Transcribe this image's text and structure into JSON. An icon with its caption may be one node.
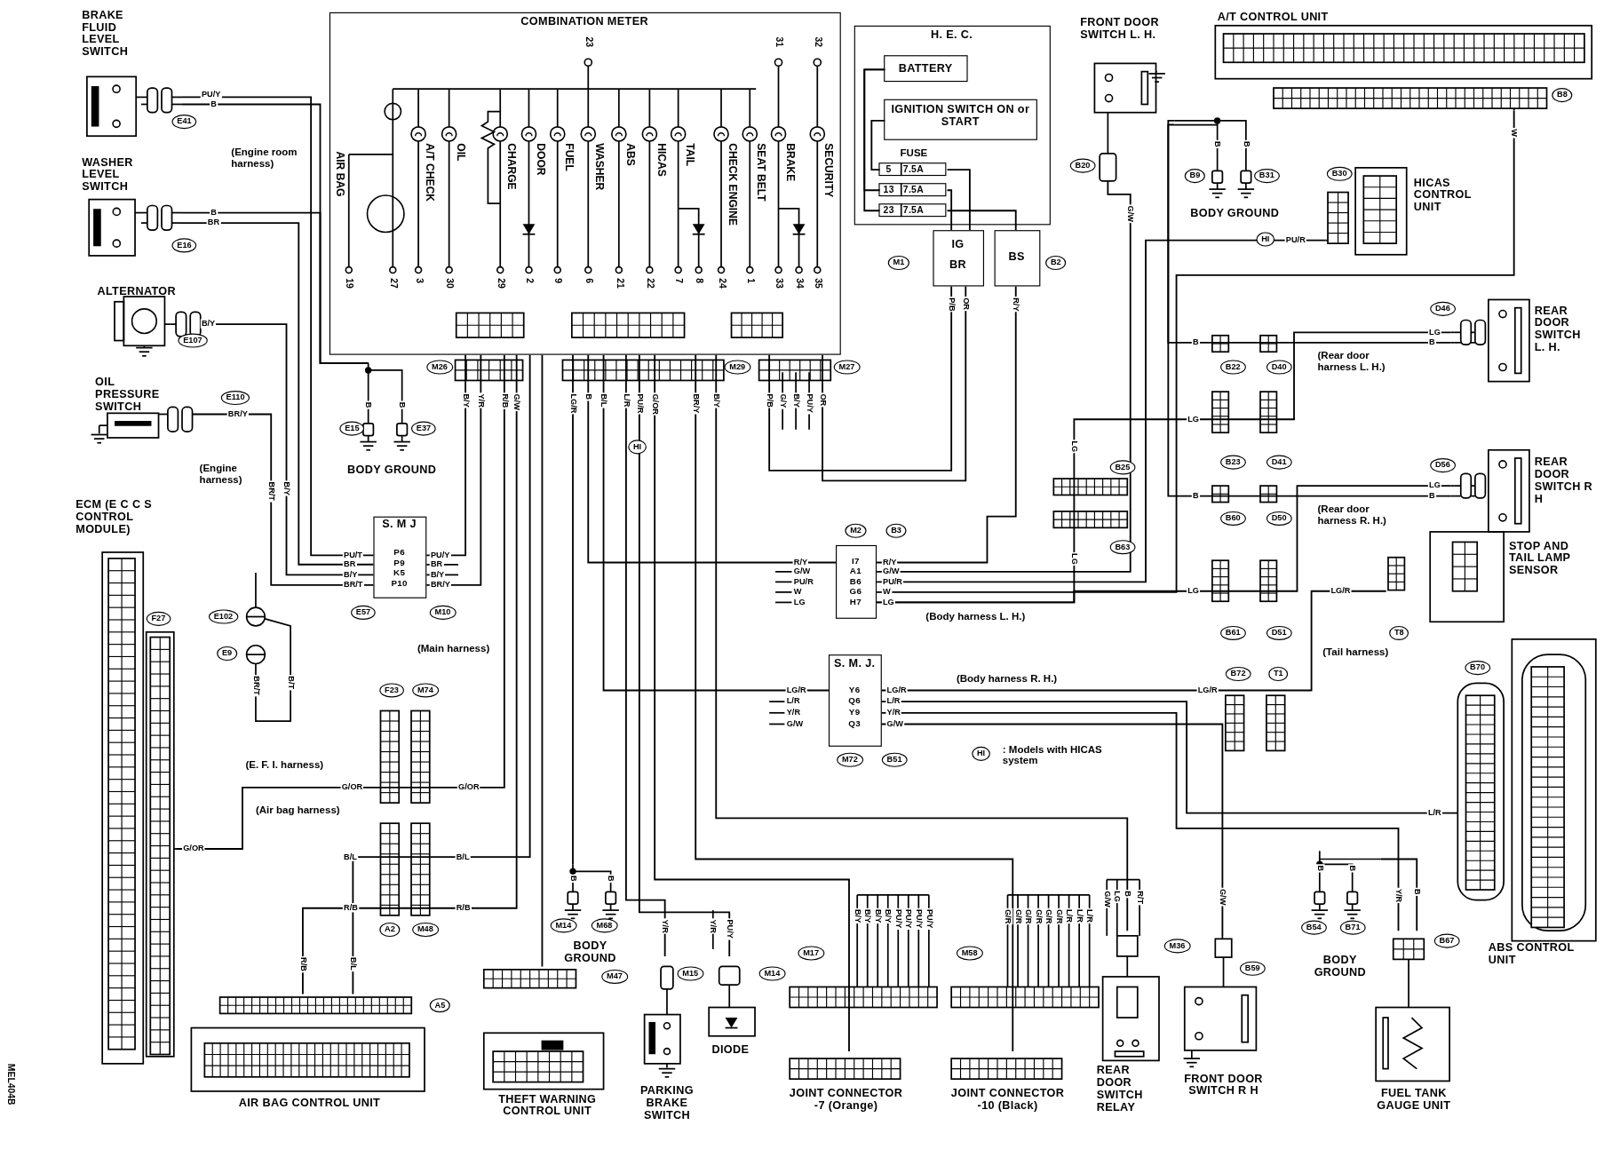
{
  "diagram": {
    "nodes": [
      {
        "text": [
          "BRAKE FLUID LEVEL SWITCH"
        ]
      },
      {
        "text": [
          "WASHER LEVEL SWITCH"
        ]
      },
      {
        "text": [
          "ALTERNATOR"
        ]
      },
      {
        "text": [
          "OIL PRESSURE SWITCH"
        ]
      },
      {
        "text": [
          "ECM (E C C S CONTROL MODULE)"
        ]
      },
      {
        "text": [
          "COMBINATION METER"
        ]
      },
      {
        "text": [
          "H. E. C."
        ]
      },
      {
        "text": [
          "BATTERY"
        ],
        "in": 6
      },
      {
        "text": [
          "IGNITION SWITCH ON or START"
        ],
        "in": 6
      },
      {
        "text": [
          "5",
          "7.5A"
        ],
        "in": 6
      },
      {
        "text": [
          "13",
          "7.5A"
        ],
        "in": 6
      },
      {
        "text": [
          "23",
          "7.5A"
        ],
        "in": 6
      },
      {
        "text": [
          "IG",
          "BR"
        ]
      },
      {
        "text": [
          "BS"
        ]
      },
      {
        "text": [
          "S. M J",
          "P6 P9 K5 P10"
        ]
      },
      {
        "text": [
          "I7 A1 B6 G6 H7"
        ]
      },
      {
        "text": [
          "S. M. J.",
          "Y6 Q6 Y9 Q3"
        ]
      },
      {
        "text": [
          "AIR BAG CONTROL UNIT"
        ]
      },
      {
        "text": [
          "THEFT WARNING CONTROL UNIT"
        ]
      },
      {
        "text": [
          "PARKING BRAKE SWITCH"
        ]
      },
      {
        "text": [
          "DIODE"
        ]
      },
      {
        "text": [
          "JOINT CONNECTOR -7 (Orange)"
        ]
      },
      {
        "text": [
          "JOINT CONNECTOR -10 (Black)"
        ]
      },
      {
        "text": [
          "REAR DOOR SWITCH RELAY"
        ]
      },
      {
        "text": [
          "FRONT DOOR SWITCH R H"
        ]
      },
      {
        "text": [
          "FUEL TANK GAUGE UNIT"
        ]
      },
      {
        "text": [
          "ABS CONTROL UNIT"
        ]
      },
      {
        "text": [
          "STOP AND TAIL LAMP SENSOR"
        ]
      },
      {
        "text": [
          "REAR DOOR SWITCH R H"
        ]
      },
      {
        "text": [
          "REAR DOOR SWITCH L. H."
        ]
      },
      {
        "text": [
          "HICAS CONTROL UNIT"
        ]
      },
      {
        "text": [
          "A/T CONTROL UNIT"
        ]
      },
      {
        "text": [
          "FRONT DOOR SWITCH L. H."
        ]
      },
      {
        "text": [
          "BODY GROUND"
        ]
      },
      {
        "text": [
          "BODY GROUND"
        ]
      },
      {
        "text": [
          "BODY GROUND"
        ]
      },
      {
        "text": [
          "BODY GROUND"
        ]
      }
    ],
    "edges": [
      {
        "from": 0,
        "to": 14,
        "arrow": "none"
      },
      {
        "from": 0,
        "to": 33,
        "arrow": "none"
      },
      {
        "from": 1,
        "to": 33,
        "arrow": "none"
      },
      {
        "from": 1,
        "to": 14,
        "arrow": "none"
      },
      {
        "from": 2,
        "to": 14,
        "arrow": "none"
      },
      {
        "from": 3,
        "to": 14,
        "arrow": "none"
      },
      {
        "from": 4,
        "to": 5,
        "arrow": "none"
      },
      {
        "from": 17,
        "to": 5,
        "arrow": "none"
      },
      {
        "from": 17,
        "to": 5,
        "arrow": "none"
      },
      {
        "from": 14,
        "to": 5,
        "arrow": "none"
      },
      {
        "from": 14,
        "to": 5,
        "arrow": "none"
      },
      {
        "from": 12,
        "to": 5,
        "arrow": "none"
      },
      {
        "from": 12,
        "to": 5,
        "arrow": "none"
      },
      {
        "from": 13,
        "to": 15,
        "arrow": "none"
      },
      {
        "from": 15,
        "to": 32,
        "arrow": "none"
      },
      {
        "from": 15,
        "to": 30,
        "arrow": "none"
      },
      {
        "from": 15,
        "to": 31,
        "arrow": "none"
      },
      {
        "from": 34,
        "to": 29,
        "arrow": "none"
      },
      {
        "from": 34,
        "to": 28,
        "arrow": "none"
      },
      {
        "from": 15,
        "to": 29,
        "arrow": "none"
      },
      {
        "from": 15,
        "to": 28,
        "arrow": "none"
      },
      {
        "from": 16,
        "to": 27,
        "arrow": "none"
      },
      {
        "from": 16,
        "to": 26,
        "arrow": "none"
      },
      {
        "from": 16,
        "to": 25,
        "arrow": "none"
      },
      {
        "from": 16,
        "to": 24,
        "arrow": "none"
      },
      {
        "from": 36,
        "to": 25,
        "arrow": "none"
      },
      {
        "from": 5,
        "to": 15,
        "arrow": "none"
      },
      {
        "from": 5,
        "to": 16,
        "arrow": "none"
      },
      {
        "from": 5,
        "to": 35,
        "arrow": "none"
      },
      {
        "from": 5,
        "to": 19,
        "arrow": "none"
      },
      {
        "from": 5,
        "to": 20,
        "arrow": "none"
      },
      {
        "from": 5,
        "to": 21,
        "arrow": "none"
      },
      {
        "from": 5,
        "to": 22,
        "arrow": "none"
      },
      {
        "from": 5,
        "to": 23,
        "arrow": "none"
      },
      {
        "from": 5,
        "to": 18,
        "arrow": "none"
      },
      {
        "from": 8,
        "to": 9,
        "arrow": "none"
      },
      {
        "from": 7,
        "to": 10,
        "arrow": "none"
      },
      {
        "from": 7,
        "to": 11,
        "arrow": "none"
      },
      {
        "from": 9,
        "to": 12,
        "arrow": "none"
      },
      {
        "from": 10,
        "to": 12,
        "arrow": "none"
      },
      {
        "from": 11,
        "to": 13,
        "arrow": "none"
      }
    ],
    "labels": [
      "PU/Y",
      "B",
      "E41",
      "(Engine room harness)",
      "B",
      "BR",
      "E16",
      "B/Y",
      "E107",
      "E110",
      "BR/Y",
      "(Engine harness)",
      "F27",
      "E102",
      "E9",
      "BR/T",
      "B/Y",
      "BR/T",
      "B/T",
      "PU/T",
      "BR",
      "B/Y",
      "BR/T",
      "PU/Y",
      "BR",
      "B/Y",
      "BR/Y",
      "E57",
      "M10",
      "(Main harness)",
      "F23",
      "M74",
      "(E. F. I. harness)",
      "G/OR",
      "G/OR",
      "G/OR",
      "(Air bag harness)",
      "B/L",
      "B/L",
      "R/B",
      "R/B",
      "A2",
      "M48",
      "R/B",
      "B/L",
      "A5",
      "23",
      "31",
      "32",
      "AIR BAG",
      "A/T CHECK",
      "OIL",
      "CHARGE",
      "DOOR",
      "FUEL",
      "WASHER",
      "ABS",
      "HICAS",
      "TAIL",
      "CHECK ENGINE",
      "SEAT BELT",
      "BRAKE",
      "SECURITY",
      "19",
      "27",
      "3",
      "30",
      "29",
      "2",
      "9",
      "6",
      "21",
      "22",
      "7",
      "8",
      "24",
      "1",
      "33",
      "34",
      "35",
      "M26",
      "M29",
      "M27",
      "B/Y",
      "Y/R",
      "R/B",
      "G/W",
      "LG/R",
      "B",
      "B/L",
      "L/R",
      "PU/R",
      "G/OR",
      "BR/Y",
      "B/Y",
      "HI",
      "P/B",
      "G/Y",
      "B/Y",
      "PU/Y",
      "OR",
      "FUSE",
      "M1",
      "B2",
      "P/B",
      "OR",
      "R/Y",
      "B20",
      "G/W",
      "B",
      "B",
      "B9",
      "B31",
      "B30",
      "HI",
      "PU/R",
      "W",
      "B8",
      "B",
      "D46",
      "LG",
      "B",
      "B22",
      "D40",
      "(Rear door harness L. H.)",
      "LG",
      "B23",
      "D41",
      "LG",
      "B25",
      "B63",
      "LG",
      "B",
      "D56",
      "LG",
      "B",
      "B60",
      "D50",
      "(Rear door harness R. H.)",
      "LG",
      "B61",
      "D51",
      "LG/R",
      "T8",
      "(Tail harness)",
      "B72",
      "T1",
      "LG/R",
      "B70",
      "L/R",
      "(Body harness L. H.)",
      "(Body harness R. H.)",
      "M2",
      "B3",
      "M72",
      "B51",
      "HI",
      ": Models with HICAS system",
      "R/Y",
      "G/W",
      "PU/R",
      "W",
      "LG",
      "R/Y",
      "G/W",
      "PU/R",
      "W",
      "LG",
      "LG/R",
      "L/R",
      "Y/R",
      "G/W",
      "LG/R",
      "L/R",
      "Y/R",
      "G/W",
      "B",
      "B",
      "M14",
      "M68",
      "M47",
      "Y/R",
      "Y/R",
      "PU/Y",
      "M15",
      "M14",
      "M17",
      "B/Y",
      "B/Y",
      "B/Y",
      "B/Y",
      "PU/Y",
      "PU/Y",
      "PU/Y",
      "PU/Y",
      "M58",
      "G/R",
      "G/R",
      "G/R",
      "G/R",
      "G/R",
      "G/R",
      "L/R",
      "L/R",
      "L/R",
      "M36",
      "G/W",
      "LG",
      "B",
      "R/T",
      "G/W",
      "B59",
      "B",
      "B",
      "B54",
      "B71",
      "Y/R",
      "B",
      "B67",
      "MEL404B",
      "B",
      "B",
      "E15",
      "E37"
    ]
  }
}
